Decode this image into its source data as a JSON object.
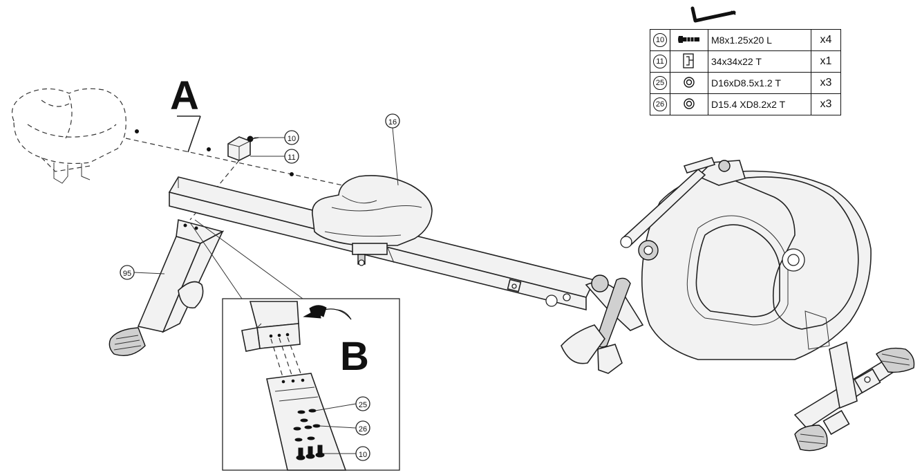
{
  "step_labels": {
    "a": "A",
    "b": "B"
  },
  "callouts": {
    "part_10_main": "10",
    "part_11": "11",
    "part_16": "16",
    "part_95": "95",
    "part_25": "25",
    "part_26": "26",
    "part_10_detail": "10"
  },
  "hardware_table": {
    "rows": [
      {
        "part": "10",
        "icon": "bolt-icon",
        "spec": "M8x1.25x20 L",
        "qty": "x4"
      },
      {
        "part": "11",
        "icon": "bracket-icon",
        "spec": "34x34x22 T",
        "qty": "x1"
      },
      {
        "part": "25",
        "icon": "washer-icon",
        "spec": "D16xD8.5x1.2 T",
        "qty": "x3"
      },
      {
        "part": "26",
        "icon": "washer-icon",
        "spec": "D15.4 XD8.2x2 T",
        "qty": "x3"
      }
    ]
  },
  "tool_icon": "allen-key-icon"
}
